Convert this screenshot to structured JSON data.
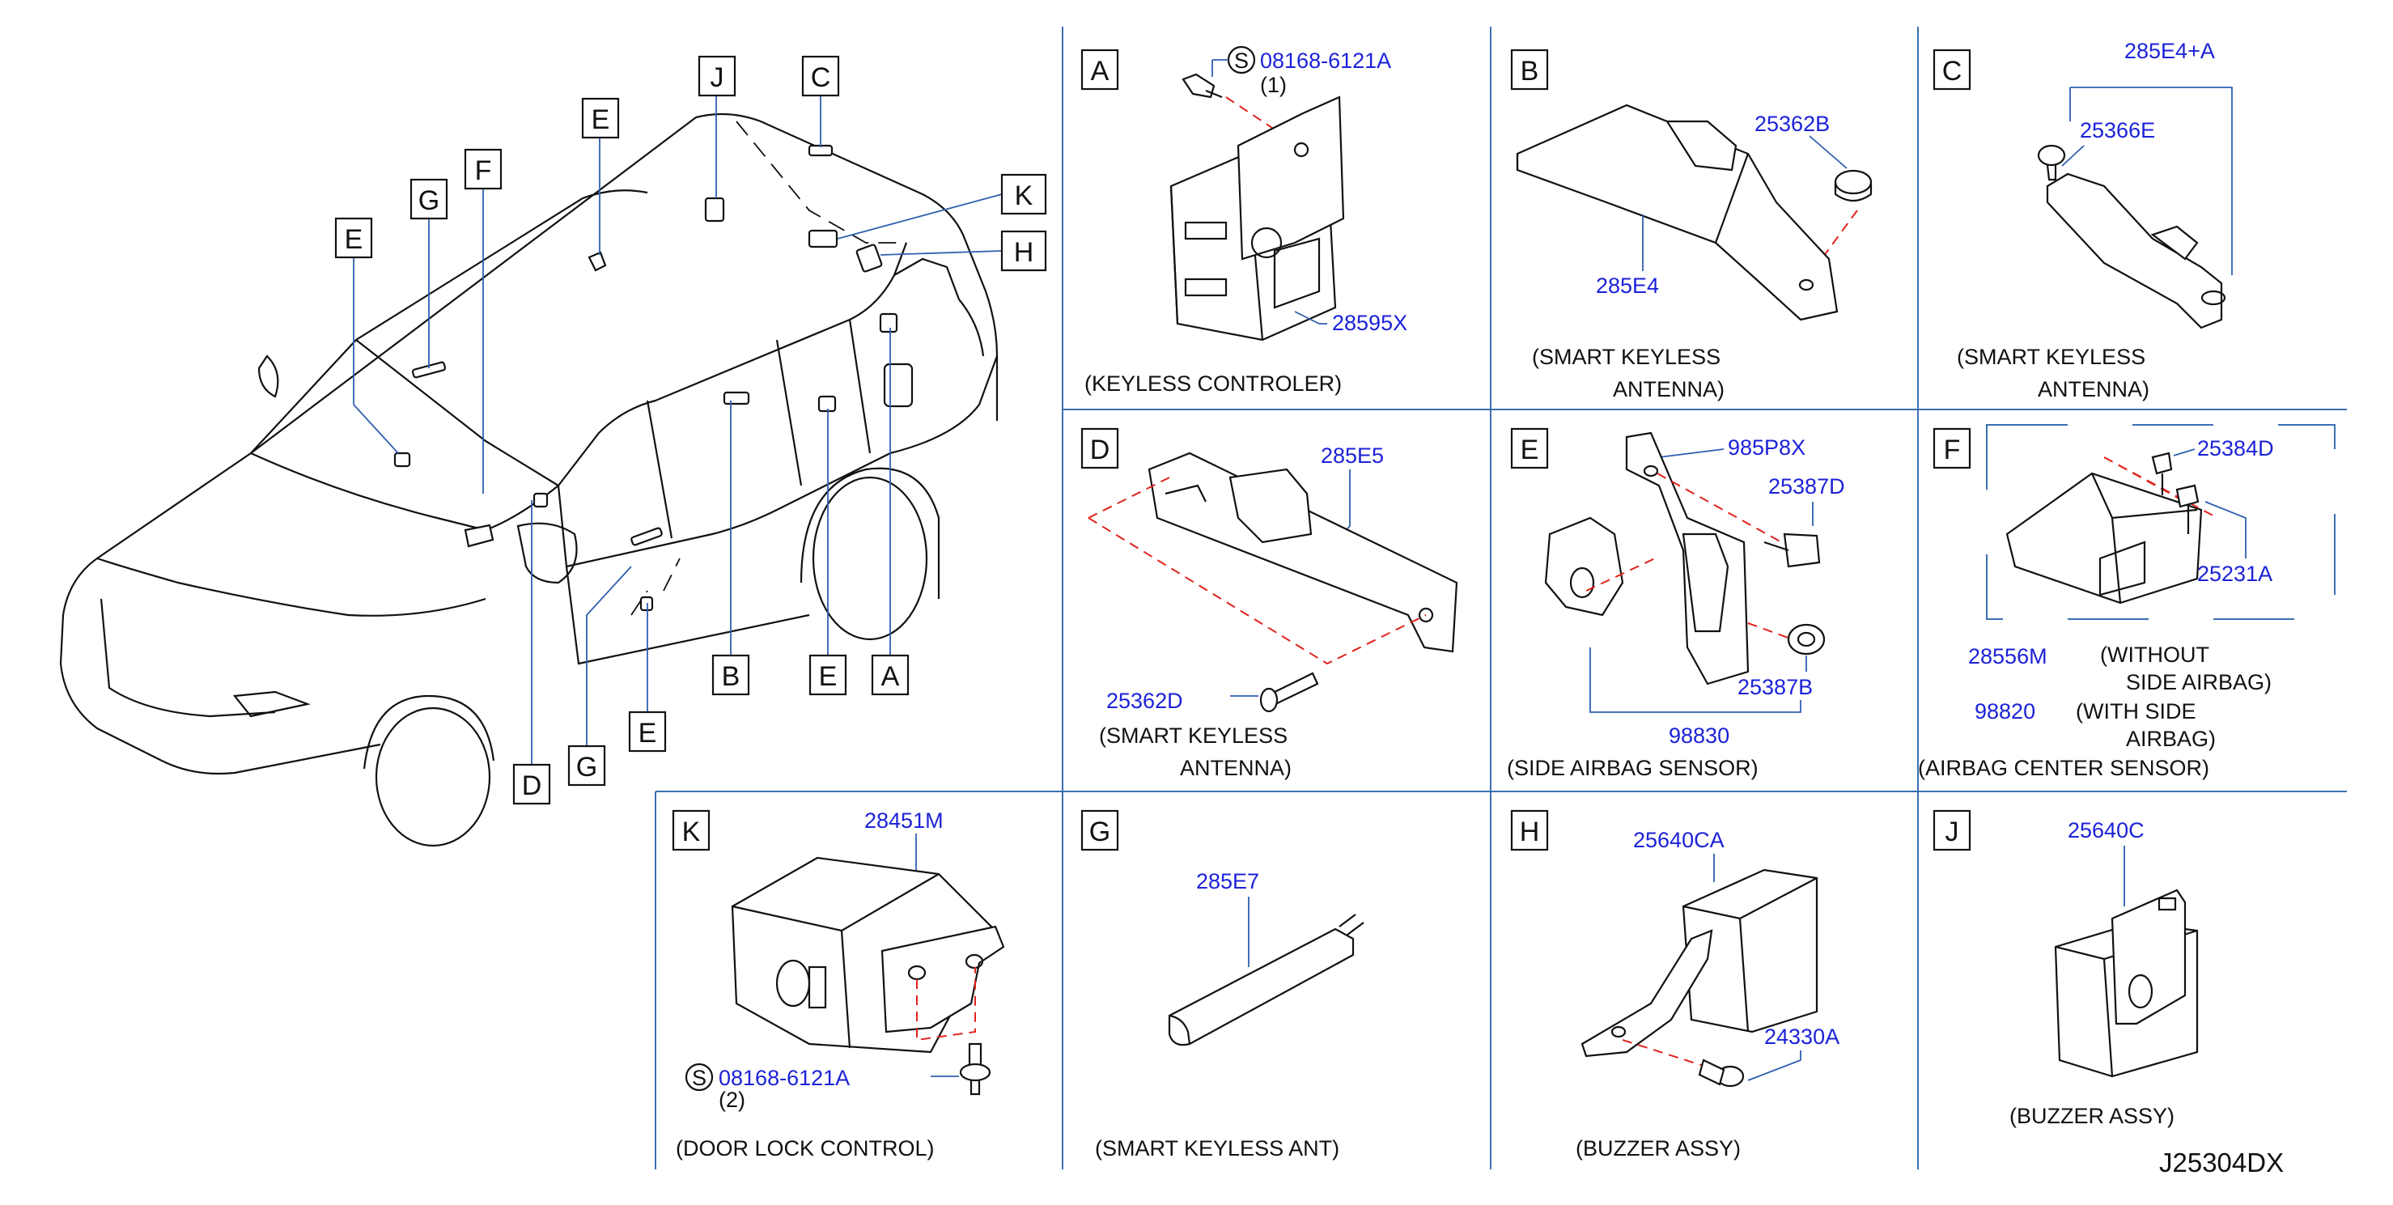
{
  "diagram_id": "J25304DX",
  "callouts": {
    "car": [
      "J",
      "C",
      "E",
      "G",
      "F",
      "E",
      "K",
      "H",
      "D",
      "G",
      "E",
      "B",
      "E",
      "A"
    ],
    "panels": [
      "A",
      "B",
      "C",
      "D",
      "E",
      "F",
      "K",
      "G",
      "H",
      "J"
    ]
  },
  "panels": {
    "A": {
      "letter": "A",
      "parts": {
        "bolt": "08168-6121A",
        "bolt_qty": "(1)",
        "s_mark": "S",
        "module": "28595X"
      },
      "caption": [
        "(KEYLESS  CONTROLER)"
      ]
    },
    "B": {
      "letter": "B",
      "parts": {
        "nut": "25362B",
        "antenna": "285E4"
      },
      "caption": [
        "(SMART  KEYLESS",
        "ANTENNA)"
      ]
    },
    "C": {
      "letter": "C",
      "parts": {
        "assy": "285E4+A",
        "clip": "25366E"
      },
      "caption": [
        "(SMART  KEYLESS",
        "ANTENNA)"
      ]
    },
    "D": {
      "letter": "D",
      "parts": {
        "antenna": "285E5",
        "screw": "25362D"
      },
      "caption": [
        "(SMART  KEYLESS",
        "ANTENNA)"
      ]
    },
    "E": {
      "letter": "E",
      "parts": {
        "bracket": "985P8X",
        "bolt": "25387D",
        "nut": "25387B",
        "sensor": "98830"
      },
      "caption": [
        "(SIDE  AIRBAG  SENSOR)"
      ]
    },
    "F": {
      "letter": "F",
      "parts": {
        "bolt1": "25384D",
        "bolt2": "25231A"
      },
      "variants": [
        {
          "pn": "28556M",
          "desc": [
            "(WITHOUT",
            "SIDE  AIRBAG)"
          ]
        },
        {
          "pn": "98820",
          "desc": [
            "(WITH  SIDE",
            "AIRBAG)"
          ]
        }
      ],
      "caption": [
        "(AIRBAG  CENTER  SENSOR)"
      ]
    },
    "K": {
      "letter": "K",
      "parts": {
        "module": "28451M",
        "bolt": "08168-6121A",
        "bolt_qty": "(2)",
        "s_mark": "S"
      },
      "caption": [
        "(DOOR  LOCK  CONTROL)"
      ]
    },
    "G": {
      "letter": "G",
      "parts": {
        "antenna": "285E7"
      },
      "caption": [
        "(SMART  KEYLESS  ANT)"
      ]
    },
    "H": {
      "letter": "H",
      "parts": {
        "buzzer": "25640CA",
        "bolt": "24330A"
      },
      "caption": [
        "(BUZZER  ASSY)"
      ]
    },
    "J": {
      "letter": "J",
      "parts": {
        "buzzer": "25640C"
      },
      "caption": [
        "(BUZZER  ASSY)"
      ]
    }
  }
}
